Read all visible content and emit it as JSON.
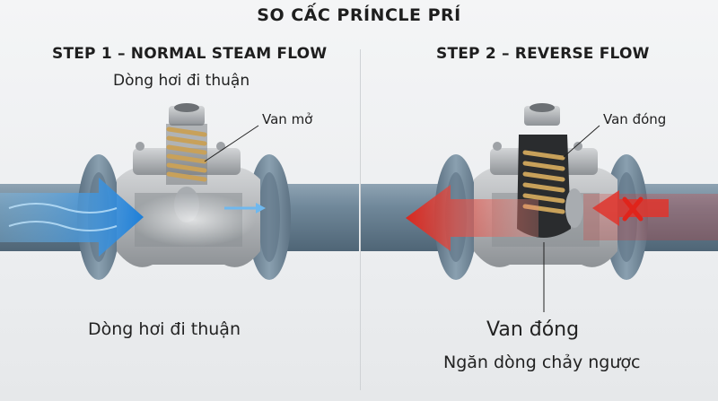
{
  "title": "SO CẤC PRÍNCLE PRÍ",
  "step1": {
    "title": "STEP 1 – NORMAL STEAM FLOW",
    "subtitle": "Dòng hơi đi thuận",
    "callout": "Van mở",
    "caption": "Dòng hơi đi thuận"
  },
  "step2": {
    "title": "STEP 2 – REVERSE FLOW",
    "callout": "Van đóng",
    "caption": "Van đóng",
    "caption2": "Ngăn dòng chảy ngược"
  },
  "colors": {
    "pipe": "#6f8799",
    "flange": "#7d93a4",
    "valve_body": "#b9bcbf",
    "spring": "#c8a15a",
    "forward_arrow": "#2f8fe0",
    "reverse_arrow": "#e0342c"
  },
  "icons": {
    "block_mark": "x-icon"
  }
}
